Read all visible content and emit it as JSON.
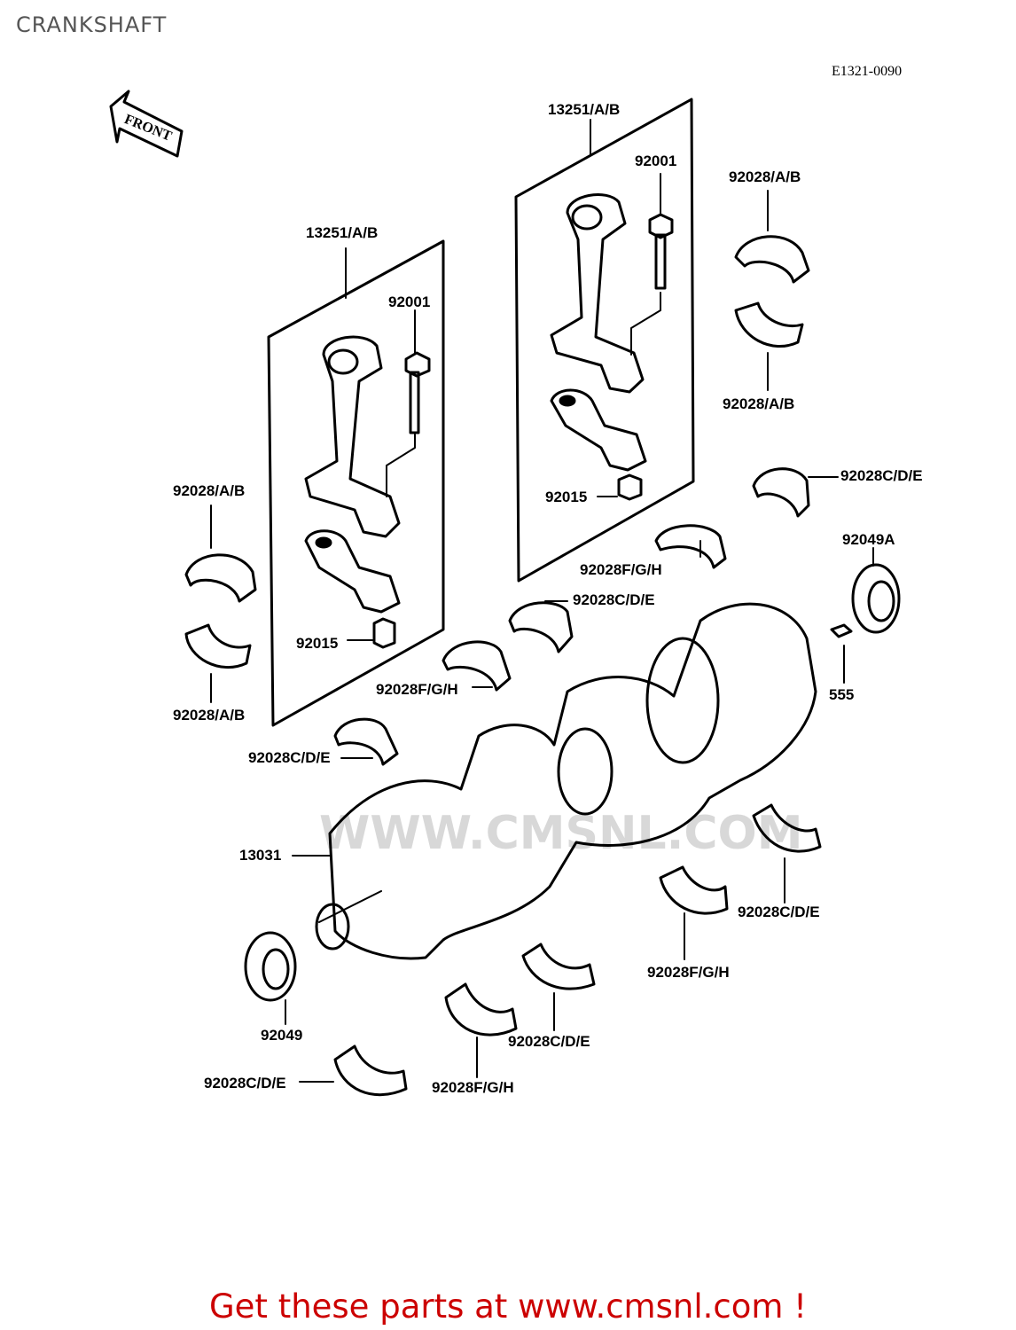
{
  "title": "CRANKSHAFT",
  "diagram_code": "E1321-0090",
  "front_label": "FRONT",
  "watermark": "WWW.CMSNL.COM",
  "footer": "Get these parts at www.cmsnl.com !",
  "labels": {
    "conrod_left": "13251/A/B",
    "conrod_right": "13251/A/B",
    "bolt_left": "92001",
    "bolt_right": "92001",
    "nut_left": "92015",
    "nut_right": "92015",
    "bearing_ab_top": "92028/A/B",
    "bearing_ab_top2": "92028/A/B",
    "bearing_ab_left": "92028/A/B",
    "bearing_ab_left2": "92028/A/B",
    "bearing_cde_1": "92028C/D/E",
    "bearing_cde_2": "92028C/D/E",
    "bearing_cde_3": "92028C/D/E",
    "bearing_cde_4": "92028C/D/E",
    "bearing_cde_5": "92028C/D/E",
    "bearing_cde_6": "92028C/D/E",
    "bearing_fgh_1": "92028F/G/H",
    "bearing_fgh_2": "92028F/G/H",
    "bearing_fgh_3": "92028F/G/H",
    "bearing_fgh_4": "92028F/G/H",
    "oil_seal_right": "92049A",
    "pin": "555",
    "crankshaft": "13031",
    "oil_seal_left": "92049"
  }
}
